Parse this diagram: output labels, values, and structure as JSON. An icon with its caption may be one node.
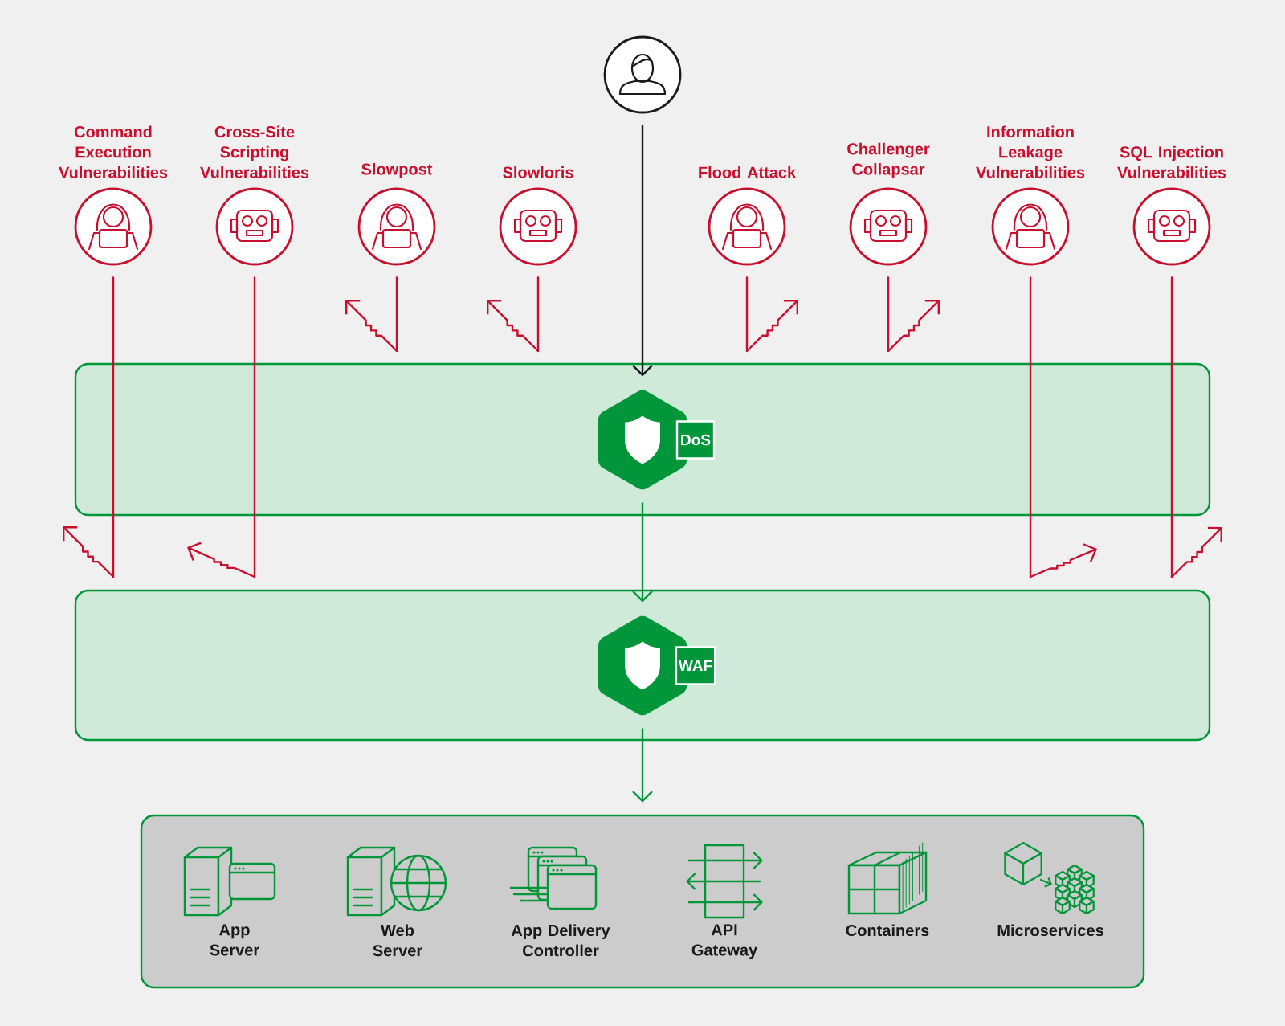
{
  "diagram": {
    "nodes": [
      {
        "text": [],
        "shape": "person"
      },
      {
        "text": [
          "Command Execution Vulnerabilities"
        ]
      },
      {
        "text": [
          "Cross-Site Scripting Vulnerabilities"
        ]
      },
      {
        "text": [
          "Slowpost"
        ]
      },
      {
        "text": [
          "Slowloris"
        ]
      },
      {
        "text": [
          "Flood Attack"
        ]
      },
      {
        "text": [
          "Challenger Collapsar"
        ]
      },
      {
        "text": [
          "Information Leakage Vulnerabilities"
        ]
      },
      {
        "text": [
          "SQL Injection Vulnerabilities"
        ]
      },
      {
        "text": [],
        "shape": "box"
      },
      {
        "text": [
          "DoS"
        ],
        "in": 9
      },
      {
        "text": [],
        "shape": "box"
      },
      {
        "text": [
          "WAF"
        ],
        "in": 11
      },
      {
        "text": [],
        "shape": "box"
      },
      {
        "text": [
          "App Server"
        ],
        "in": 13
      },
      {
        "text": [
          "Web Server"
        ],
        "in": 13
      },
      {
        "text": [
          "App Delivery Controller"
        ],
        "in": 13
      },
      {
        "text": [
          "API Gateway"
        ],
        "in": 13
      },
      {
        "text": [
          "Containers"
        ],
        "in": 13
      },
      {
        "text": [
          "Microservices"
        ],
        "in": 13
      }
    ],
    "edges": [
      {
        "from": 0,
        "to": 10,
        "arrow": "to",
        "color": "#1a1a1a"
      },
      {
        "from": 10,
        "to": 12,
        "arrow": "to",
        "color": "#009639"
      },
      {
        "from": 12,
        "to": 13,
        "arrow": "to",
        "color": "#009639"
      },
      {
        "from": 1,
        "to": 11,
        "arrow": "none"
      },
      {
        "from": 2,
        "to": 11,
        "arrow": "none"
      },
      {
        "from": 3,
        "to": 9,
        "arrow": "none"
      },
      {
        "from": 4,
        "to": 9,
        "arrow": "none"
      },
      {
        "from": 5,
        "to": 9,
        "arrow": "none"
      },
      {
        "from": 6,
        "to": 9,
        "arrow": "none"
      },
      {
        "from": 7,
        "to": 11,
        "arrow": "none"
      },
      {
        "from": 8,
        "to": 11,
        "arrow": "none"
      }
    ]
  }
}
